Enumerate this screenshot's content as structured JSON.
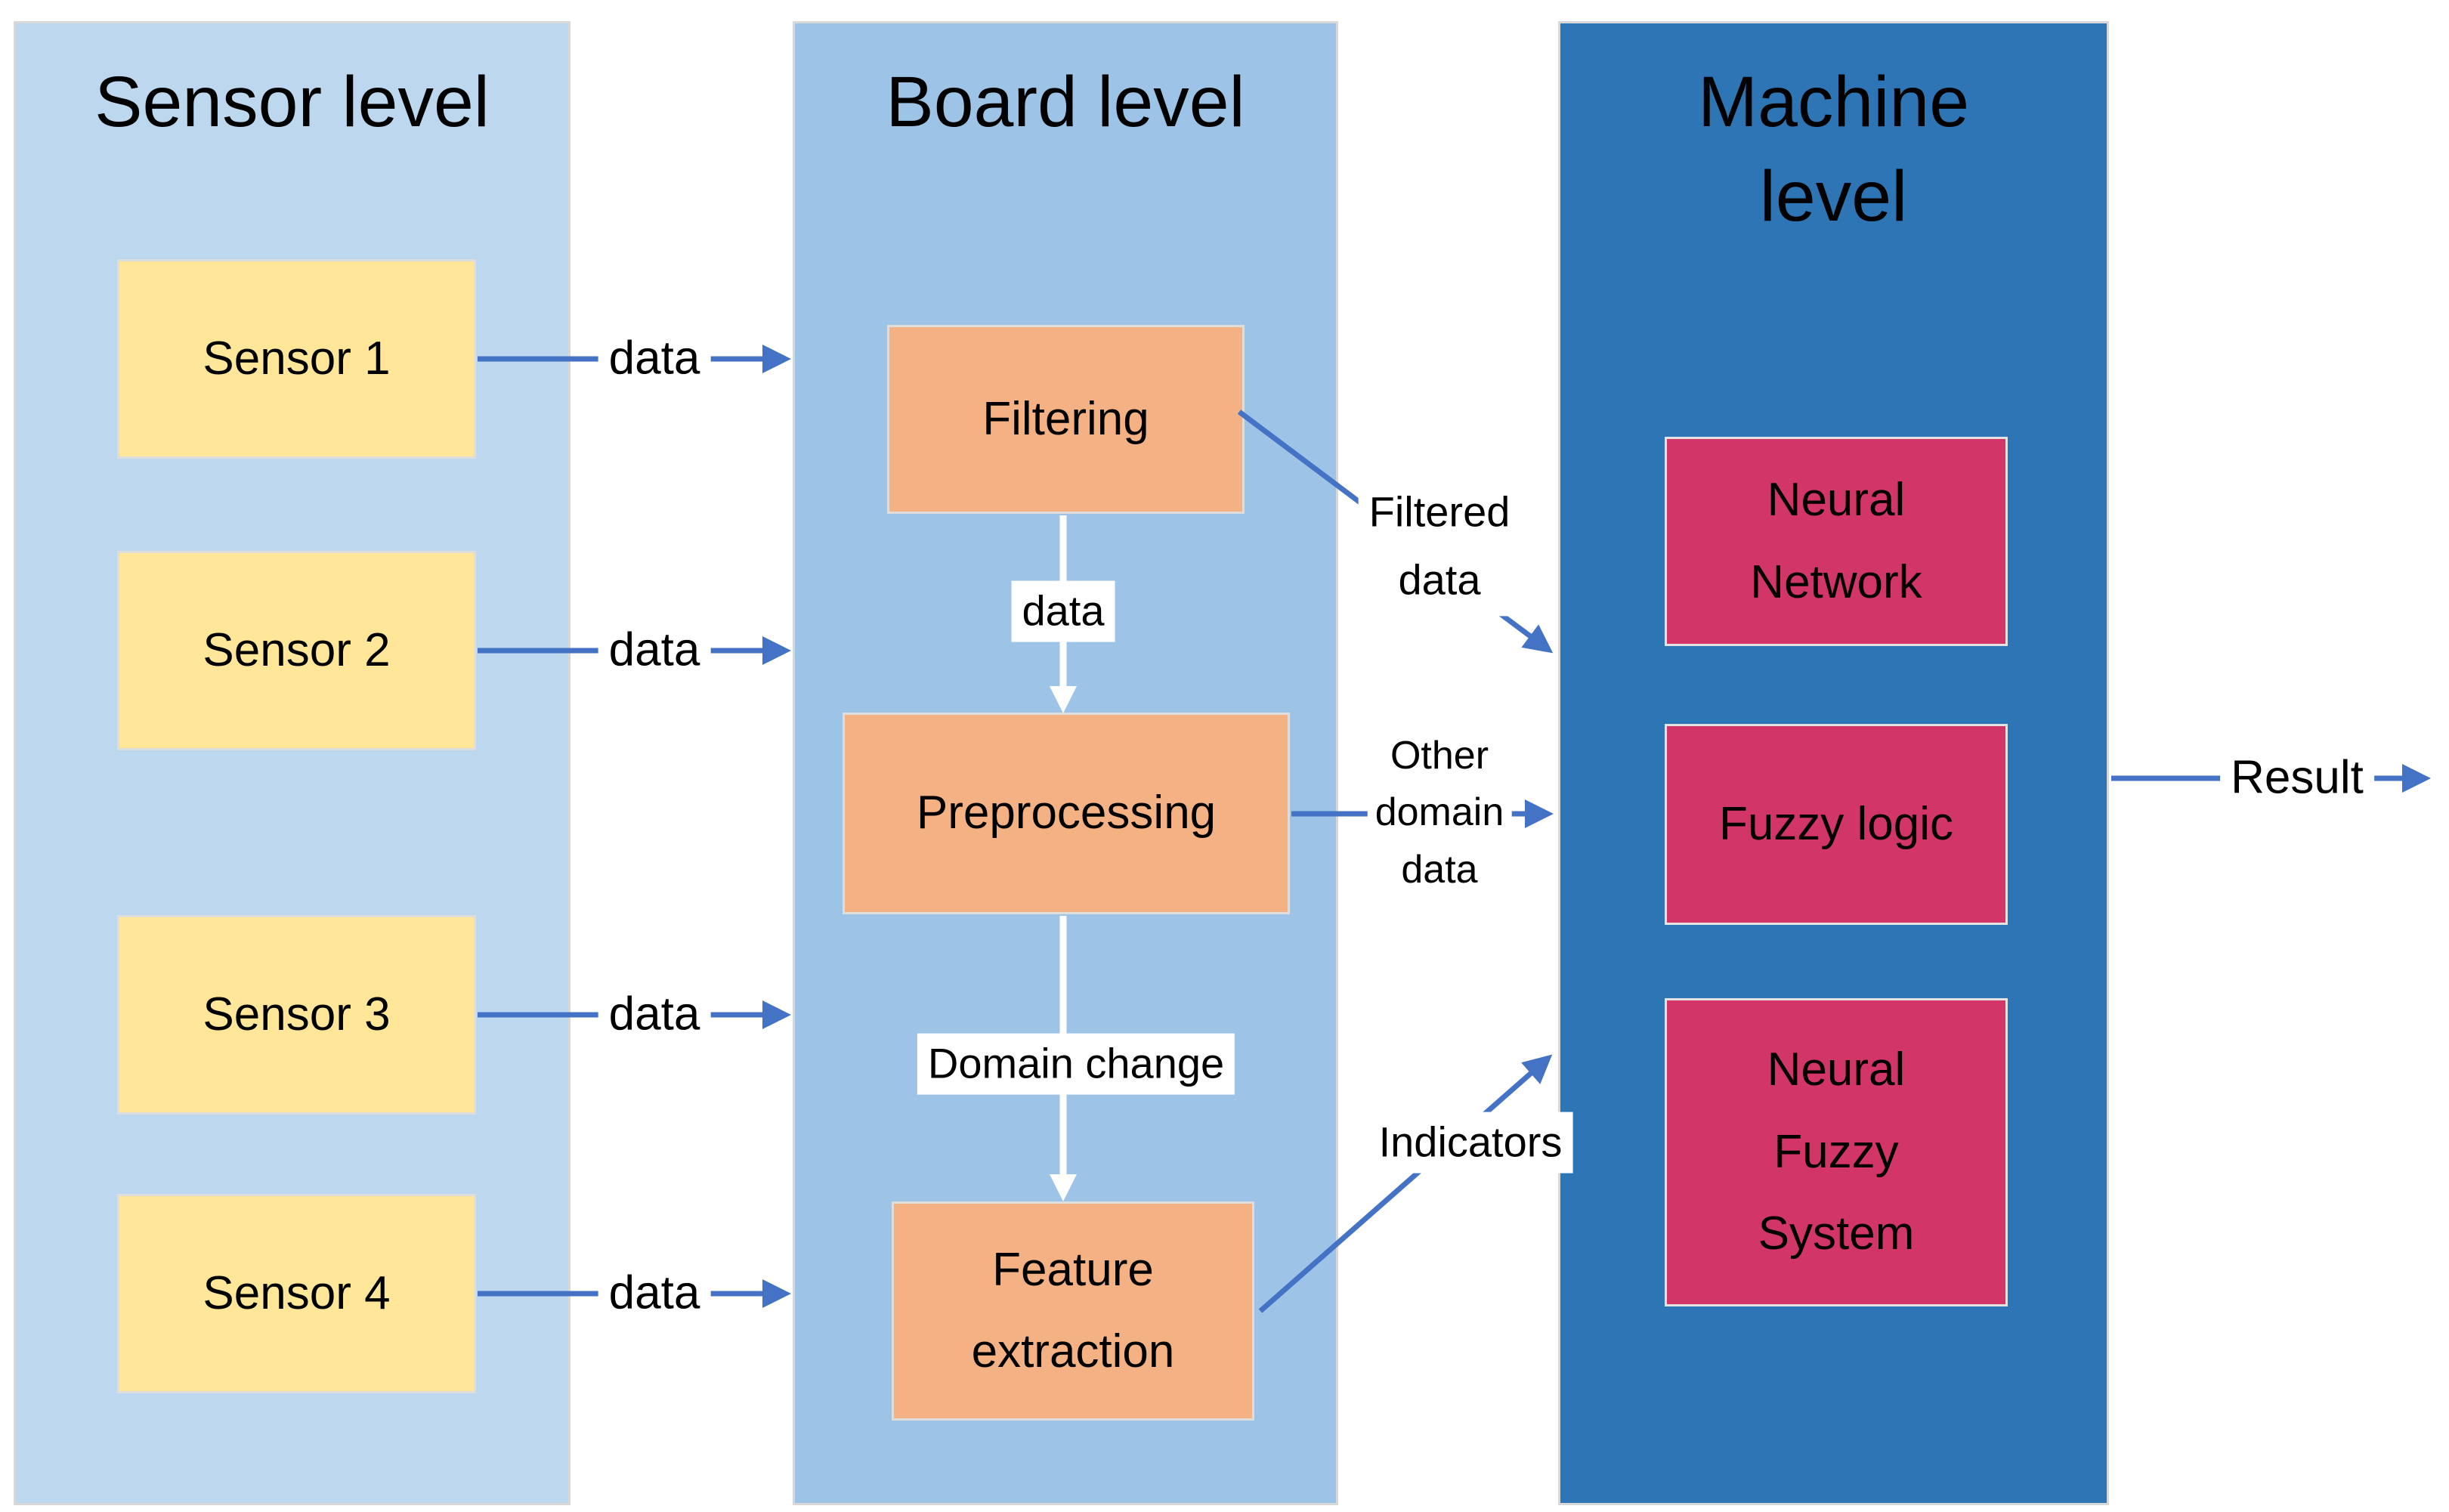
{
  "colors": {
    "page-bg": "#ffffff",
    "sensor-column": "#BDD7EE",
    "board-column": "#9DC3E6",
    "machine-column": "#2E75B6",
    "sensor-box": "#FFE699",
    "board-box": "#F4B183",
    "machine-box": "#D23568",
    "box-border": "#DDDDDD",
    "column-border": "#D8D8D8",
    "arrow-blue": "#4472C4",
    "arrow-white": "#FFFFFF",
    "text": "#000000"
  },
  "columns": [
    {
      "title": "Sensor level"
    },
    {
      "title": "Board level"
    },
    {
      "title_lines": [
        "Machine",
        "level"
      ]
    }
  ],
  "sensor_boxes": [
    {
      "label": "Sensor 1"
    },
    {
      "label": "Sensor 2"
    },
    {
      "label": "Sensor 3"
    },
    {
      "label": "Sensor 4"
    }
  ],
  "board_boxes": {
    "filtering": {
      "label": "Filtering"
    },
    "preprocessing": {
      "label": "Preprocessing"
    },
    "feature_extraction": {
      "lines": [
        "Feature",
        "extraction"
      ]
    }
  },
  "machine_boxes": {
    "neural_network": {
      "lines": [
        "Neural",
        "Network"
      ]
    },
    "fuzzy_logic": {
      "label": "Fuzzy logic"
    },
    "neural_fuzzy_system": {
      "lines": [
        "Neural",
        "Fuzzy",
        "System"
      ]
    }
  },
  "arrow_labels": {
    "sensor_data": [
      "data",
      "data",
      "data",
      "data"
    ],
    "board_data": "data",
    "domain_change": "Domain change",
    "filtered_data_lines": [
      "Filtered",
      "data"
    ],
    "other_domain_lines": [
      "Other",
      "domain",
      "data"
    ],
    "indicators": "Indicators",
    "result": "Result"
  }
}
